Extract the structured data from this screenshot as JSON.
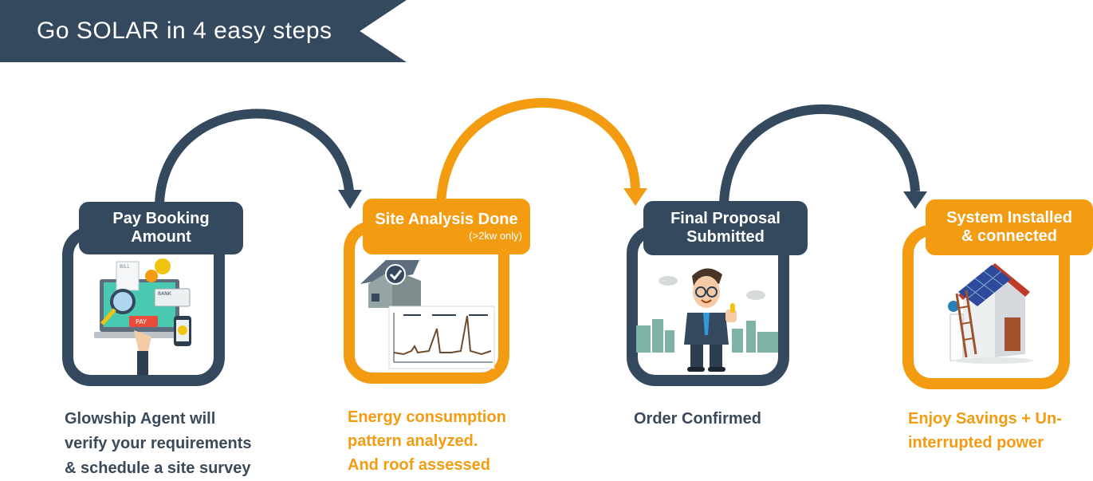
{
  "header": {
    "title": "Go SOLAR in 4 easy steps"
  },
  "colors": {
    "dark": "#34495e",
    "orange": "#f39c12"
  },
  "steps": [
    {
      "title": "Pay Booking Amount",
      "title_lines": [
        "Pay Booking",
        "Amount"
      ],
      "illustration": "booking-payment-illustration",
      "illustration_text": {
        "bill": "BILL",
        "bank": "BANK",
        "pay": "PAY"
      },
      "description_lines": [
        "Glowship Agent will",
        "verify your requirements",
        "& schedule a site survey"
      ]
    },
    {
      "title": "Site Analysis Done",
      "title_lines": [
        "Site Analysis Done"
      ],
      "subtitle": "(>2kw only)",
      "illustration": "house-energy-chart-illustration",
      "description_lines": [
        "Energy consumption",
        "pattern analyzed.",
        "And roof assessed"
      ]
    },
    {
      "title": "Final Proposal Submitted",
      "title_lines": [
        "Final Proposal",
        "Submitted"
      ],
      "illustration": "businessman-thumbs-up-illustration",
      "description_lines": [
        "Order Confirmed"
      ]
    },
    {
      "title": "System Installed & connected",
      "title_lines": [
        "System Installed",
        "& connected"
      ],
      "illustration": "solar-house-installer-illustration",
      "description_lines": [
        "Enjoy Savings + Un-",
        "interrupted power"
      ]
    }
  ]
}
